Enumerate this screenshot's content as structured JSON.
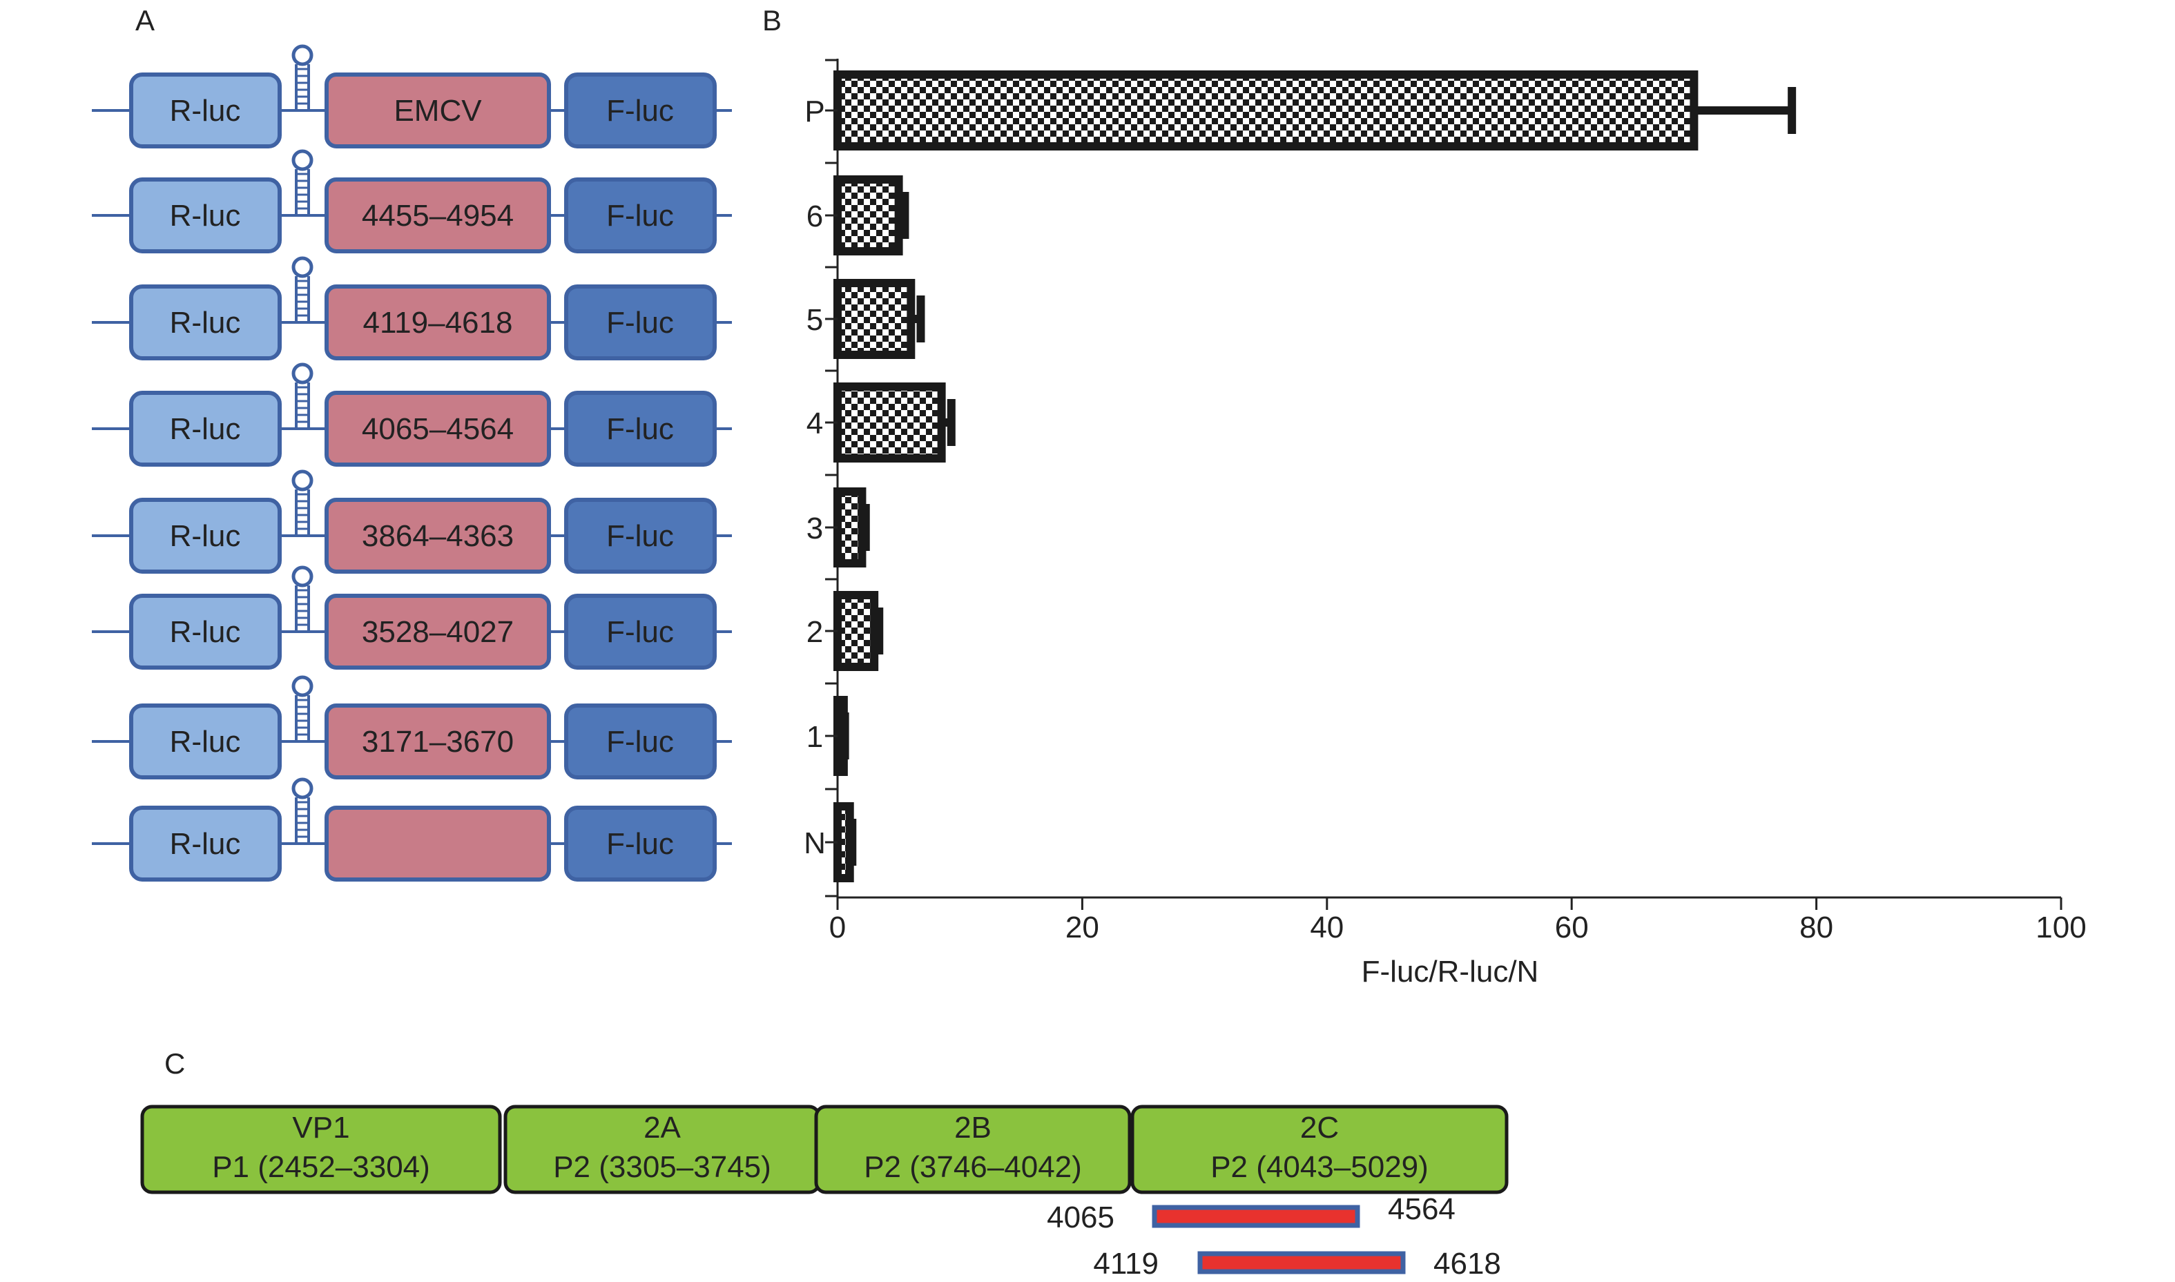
{
  "panels": {
    "a": "A",
    "b": "B",
    "c": "C"
  },
  "constructs": [
    {
      "left": "R-luc",
      "middle": "EMCV",
      "right": "F-luc"
    },
    {
      "left": "R-luc",
      "middle": "4455–4954",
      "right": "F-luc"
    },
    {
      "left": "R-luc",
      "middle": "4119–4618",
      "right": "F-luc"
    },
    {
      "left": "R-luc",
      "middle": "4065–4564",
      "right": "F-luc"
    },
    {
      "left": "R-luc",
      "middle": "3864–4363",
      "right": "F-luc"
    },
    {
      "left": "R-luc",
      "middle": "3528–4027",
      "right": "F-luc"
    },
    {
      "left": "R-luc",
      "middle": "3171–3670",
      "right": "F-luc"
    },
    {
      "left": "R-luc",
      "middle": "",
      "right": "F-luc"
    }
  ],
  "colors": {
    "rluc": "#8fb3e0",
    "iresbox": "#c87c88",
    "fluc": "#4f77b8",
    "outline": "#3f62a3",
    "genome": "#8ac23e",
    "fragment": "#e8322e"
  },
  "chart_data": {
    "type": "bar",
    "orientation": "horizontal",
    "categories": [
      "P",
      "6",
      "5",
      "4",
      "3",
      "2",
      "1",
      "N"
    ],
    "values": [
      70,
      5,
      6,
      8.5,
      2,
      3,
      0.5,
      1
    ],
    "errors": [
      8,
      0.5,
      0.8,
      0.8,
      0.3,
      0.4,
      0.1,
      0.2
    ],
    "xlabel": "F-luc/R-luc/N",
    "xlim": [
      0,
      100
    ],
    "xticks": [
      0,
      20,
      40,
      60,
      80,
      100
    ],
    "fill_pattern": "checkerboard"
  },
  "genome_map": {
    "segments": [
      {
        "name": "VP1",
        "range": "P1 (2452–3304)"
      },
      {
        "name": "2A",
        "range": "P2 (3305–3745)"
      },
      {
        "name": "2B",
        "range": "P2 (3746–4042)"
      },
      {
        "name": "2C",
        "range": "P2 (4043–5029)"
      }
    ],
    "fragments": [
      {
        "start": "4065",
        "end": "4564"
      },
      {
        "start": "4119",
        "end": "4618"
      }
    ]
  }
}
